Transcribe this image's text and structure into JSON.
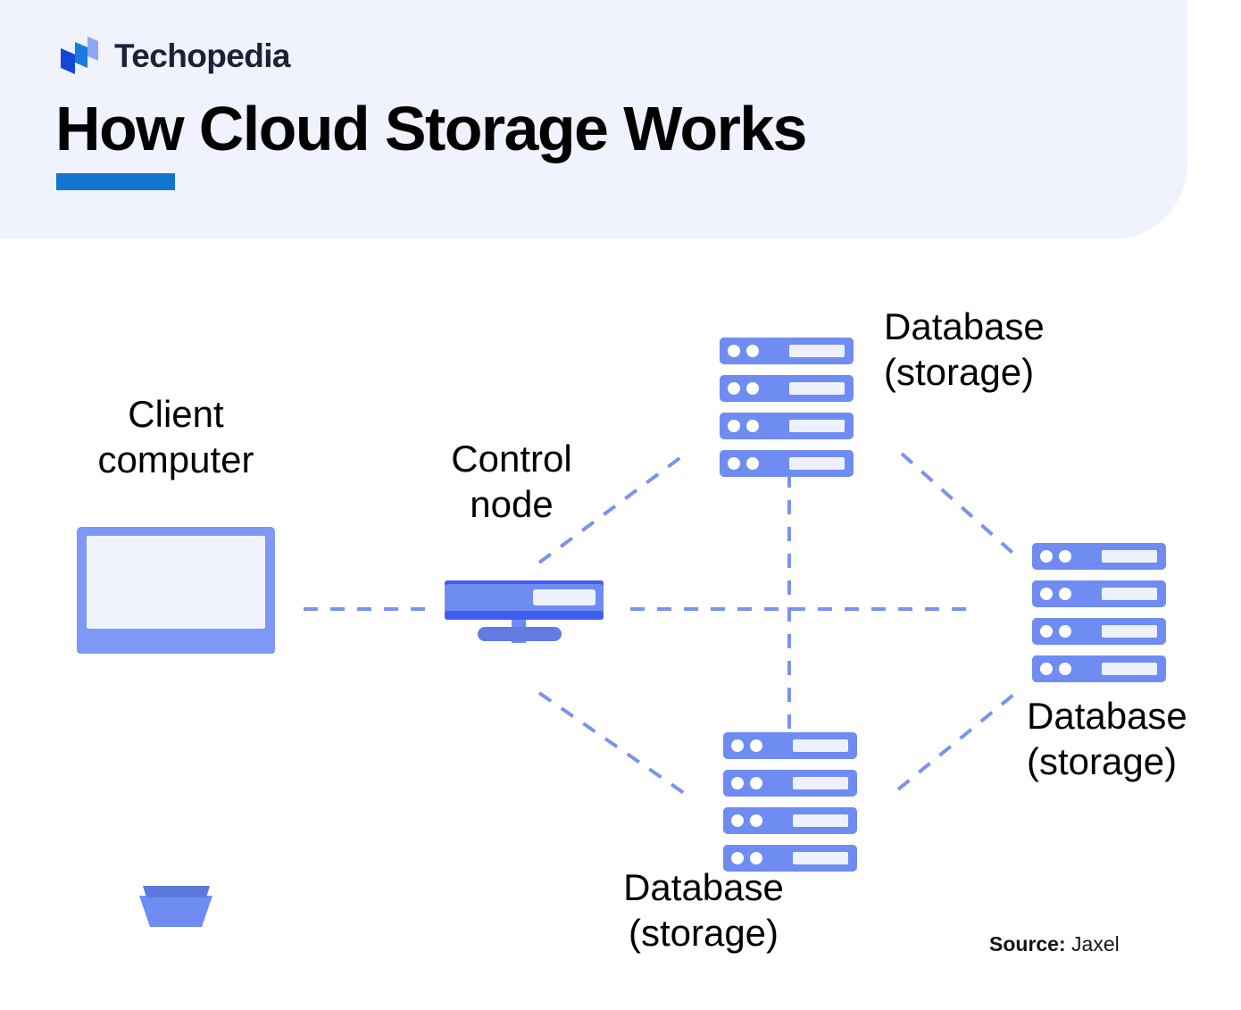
{
  "brand": {
    "name": "Techopedia",
    "logo_icon": "techopedia-parallelogram-logo",
    "logo_colors": [
      "#1447d6",
      "#1a7ae0",
      "#8fa6f5"
    ],
    "accent_color": "#1275ce",
    "header_bg": "#f0f2fd"
  },
  "header": {
    "title": "How Cloud Storage Works"
  },
  "diagram": {
    "type": "network-topology",
    "link_color": "#7b93ee",
    "device_colors": {
      "body": "#6f8cf3",
      "body_light": "#7e98f5",
      "shadow": "#5a78e0",
      "screen": "#f0f3fd",
      "led": "#ffffff",
      "bar": "#eef1fb"
    },
    "nodes": [
      {
        "id": "client",
        "icon": "desktop-monitor-icon",
        "label_line1": "Client",
        "label_line2": "computer",
        "label": "Client\ncomputer"
      },
      {
        "id": "control",
        "icon": "control-node-server-icon",
        "label_line1": "Control",
        "label_line2": "node",
        "label": "Control\nnode"
      },
      {
        "id": "db-top",
        "icon": "server-rack-icon",
        "label_line1": "Database",
        "label_line2": "(storage)",
        "label": "Database\n(storage)",
        "units": 4
      },
      {
        "id": "db-right",
        "icon": "server-rack-icon",
        "label_line1": "Database",
        "label_line2": "(storage)",
        "label": "Database\n(storage)",
        "units": 4
      },
      {
        "id": "db-bottom",
        "icon": "server-rack-icon",
        "label_line1": "Database",
        "label_line2": "(storage)",
        "label": "Database\n(storage)",
        "units": 4
      }
    ],
    "links": [
      {
        "from": "client",
        "to": "control",
        "style": "dashed"
      },
      {
        "from": "control",
        "to": "db-top",
        "style": "dashed"
      },
      {
        "from": "control",
        "to": "db-right",
        "style": "dashed"
      },
      {
        "from": "control",
        "to": "db-bottom",
        "style": "dashed"
      },
      {
        "from": "db-top",
        "to": "db-right",
        "style": "dashed"
      },
      {
        "from": "db-top",
        "to": "db-bottom",
        "style": "dashed"
      },
      {
        "from": "db-bottom",
        "to": "db-right",
        "style": "dashed"
      }
    ]
  },
  "footer": {
    "source_key": "Source:",
    "source_value": "Jaxel"
  }
}
